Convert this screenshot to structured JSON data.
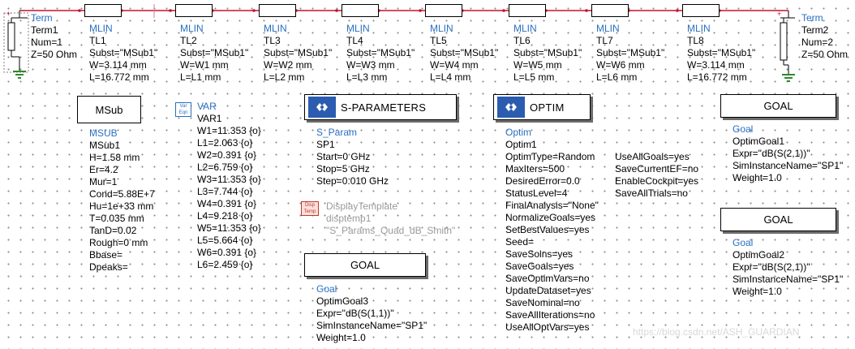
{
  "terms": [
    {
      "kind": "Term",
      "inst": "Term1",
      "params": [
        "Num=1",
        "Z=50 Ohm"
      ]
    },
    {
      "kind": "Term",
      "inst": "Term2",
      "params": [
        "Num=2",
        "Z=50 Ohm"
      ]
    }
  ],
  "mlins": [
    {
      "kind": "MLIN",
      "inst": "TL1",
      "params": [
        "Subst=\"MSub1\"",
        "W=3.114 mm",
        "L=16.772 mm"
      ]
    },
    {
      "kind": "MLIN",
      "inst": "TL2",
      "params": [
        "Subst=\"MSub1\"",
        "W=W1 mm",
        "L=L1 mm"
      ]
    },
    {
      "kind": "MLIN",
      "inst": "TL3",
      "params": [
        "Subst=\"MSub1\"",
        "W=W2 mm",
        "L=L2 mm"
      ]
    },
    {
      "kind": "MLIN",
      "inst": "TL4",
      "params": [
        "Subst=\"MSub1\"",
        "W=W3 mm",
        "L=L3 mm"
      ]
    },
    {
      "kind": "MLIN",
      "inst": "TL5",
      "params": [
        "Subst=\"MSub1\"",
        "W=W4 mm",
        "L=L4 mm"
      ]
    },
    {
      "kind": "MLIN",
      "inst": "TL6",
      "params": [
        "Subst=\"MSub1\"",
        "W=W5 mm",
        "L=L5 mm"
      ]
    },
    {
      "kind": "MLIN",
      "inst": "TL7",
      "params": [
        "Subst=\"MSub1\"",
        "W=W6 mm",
        "L=L6 mm"
      ]
    },
    {
      "kind": "MLIN",
      "inst": "TL8",
      "params": [
        "Subst=\"MSub1\"",
        "W=3.114 mm",
        "L=16.772 mm"
      ]
    }
  ],
  "msub": {
    "box_label": "MSub",
    "kind": "MSUB",
    "inst": "MSub1",
    "params": [
      "H=1.58 mm",
      "Er=4.2",
      "Mur=1",
      "Cond=5.88E+7",
      "Hu=1e+33 mm",
      "T=0.035 mm",
      "TanD=0.02",
      "Rough=0 mm",
      "Bbase=",
      "Dpeaks="
    ]
  },
  "var": {
    "icon_text": "Var Eqn",
    "kind": "VAR",
    "inst": "VAR1",
    "params": [
      "W1=11.353 {o}",
      "L1=2.063 {o}",
      "W2=0.391 {o}",
      "L2=6.759 {o}",
      "W3=11.353 {o}",
      "L3=7.744 {o}",
      "W4=0.391 {o}",
      "L4=9.218 {o}",
      "W5=11.353 {o}",
      "L5=5.664 {o}",
      "W6=0.391 {o}",
      "L6=2.459 {o}"
    ]
  },
  "sparam": {
    "box_label": "S-PARAMETERS",
    "kind": "S_Param",
    "inst": "SP1",
    "params": [
      "Start=0 GHz",
      "Stop=5 GHz",
      "Step=0.010 GHz"
    ]
  },
  "display_template": {
    "icon_text": "Disp Temp",
    "kind": "DisplayTemplate",
    "inst": "disptemp1",
    "params": [
      "\"S_Params_Quad_dB_Smith\""
    ]
  },
  "optim": {
    "box_label": "OPTIM",
    "kind": "Optim",
    "inst": "Optim1",
    "params": [
      "OptimType=Random",
      "MaxIters=500",
      "DesiredError=0.0",
      "StatusLevel=4",
      "FinalAnalysis=\"None\"",
      "NormalizeGoals=yes",
      "SetBestValues=yes",
      "Seed=",
      "SaveSolns=yes",
      "SaveGoals=yes",
      "SaveOptimVars=no",
      "UpdateDataset=yes",
      "SaveNominal=no",
      "SaveAllIterations=no",
      "UseAllOptVars=yes"
    ],
    "params2": [
      "UseAllGoals=yes",
      "SaveCurrentEF=no",
      "EnableCockpit=yes",
      "SaveAllTrials=no"
    ]
  },
  "goals": [
    {
      "box_label": "GOAL",
      "kind": "Goal",
      "inst": "OptimGoal1",
      "params": [
        "Expr=\"dB(S(2,1))\"",
        "SimInstanceName=\"SP1\"",
        "Weight=1.0"
      ]
    },
    {
      "box_label": "GOAL",
      "kind": "Goal",
      "inst": "OptimGoal2",
      "params": [
        "Expr=\"dB(S(2,1))\"",
        "SimInstanceName=\"SP1\"",
        "Weight=1.0"
      ]
    },
    {
      "box_label": "GOAL",
      "kind": "Goal",
      "inst": "OptimGoal3",
      "params": [
        "Expr=\"dB(S(1,1))\"",
        "SimInstanceName=\"SP1\"",
        "Weight=1.0"
      ]
    }
  ],
  "watermark": "https://blog.csdn.net/ASH_GUARDIAN"
}
